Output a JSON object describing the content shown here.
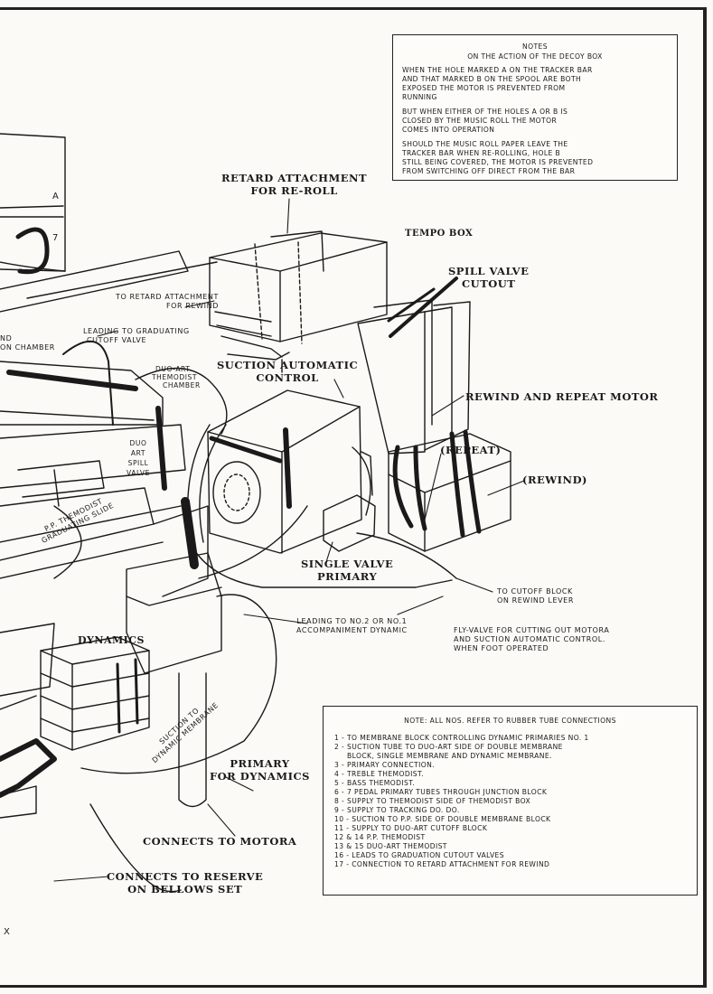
{
  "notes_top": {
    "title": "NOTES",
    "subtitle": "ON THE ACTION OF THE DECOY BOX",
    "paragraphs": [
      [
        "WHEN THE HOLE MARKED A ON THE TRACKER BAR",
        "AND THAT MARKED B ON THE SPOOL ARE BOTH",
        "EXPOSED  THE MOTOR IS PREVENTED FROM",
        "RUNNING"
      ],
      [
        "BUT WHEN EITHER OF THE HOLES  A  OR  B  IS",
        "CLOSED BY THE MUSIC ROLL  THE MOTOR",
        "COMES INTO OPERATION"
      ],
      [
        "SHOULD THE MUSIC ROLL PAPER LEAVE THE",
        "TRACKER BAR WHEN RE-ROLLING, HOLE  B",
        "STILL BEING COVERED, THE MOTOR IS PREVENTED",
        "FROM SWITCHING OFF DIRECT FROM THE BAR"
      ]
    ]
  },
  "labels": {
    "retard_attachment": [
      "RETARD ATTACHMENT",
      "FOR RE-ROLL"
    ],
    "tempo_box": "TEMPO BOX",
    "spill_valve_cutout": [
      "SPILL VALVE",
      "CUTOUT"
    ],
    "to_retard_attachment": [
      "TO RETARD ATTACHMENT",
      "FOR REWIND"
    ],
    "leading_to_graduating": [
      "LEADING TO GRADUATING",
      "CUTOFF VALVE"
    ],
    "suction_chamber": [
      "ND",
      "ON CHAMBER"
    ],
    "duo_art_themodist": [
      "DUO-ART",
      "THEMODIST",
      "CHAMBER"
    ],
    "suction_automatic_control": [
      "SUCTION   AUTOMATIC",
      "CONTROL"
    ],
    "rewind_and_repeat_motor": "REWIND AND REPEAT MOTOR",
    "repeat": "(REPEAT)",
    "rewind": "(REWIND)",
    "duo_art_spill_valve": [
      "DUO",
      "ART",
      "SPILL",
      "VALVE"
    ],
    "pp_themodist": [
      "P.P. THEMODIST",
      "GRADUATING SLIDE"
    ],
    "single_valve_primary": [
      "SINGLE VALVE",
      "PRIMARY"
    ],
    "to_cutoff_block": [
      "TO CUTOFF BLOCK",
      "ON REWIND LEVER"
    ],
    "leading_to_no2": [
      "LEADING TO NO.2 OR NO.1",
      "ACCOMPANIMENT DYNAMIC"
    ],
    "fly_valve": [
      "FLY-VALVE FOR CUTTING OUT MOTORA",
      "AND SUCTION AUTOMATIC CONTROL.",
      "WHEN FOOT OPERATED"
    ],
    "dynamics": "DYNAMICS",
    "suction_to_dynamic": [
      "SUCTION TO",
      "DYNAMIC MEMBRANE"
    ],
    "primary_for_dynamics": [
      "PRIMARY",
      "FOR DYNAMICS"
    ],
    "connects_to_motora": "CONNECTS TO MOTORA",
    "connects_to_reserve": [
      "CONNECTS TO RESERVE",
      "ON BELLOWS SET"
    ],
    "marker_a": "A",
    "marker_7": "7",
    "corner_mark": "X"
  },
  "notes_bottom": {
    "title": "NOTE: ALL NOS. REFER TO RUBBER TUBE CONNECTIONS",
    "items": [
      "1 - TO MEMBRANE BLOCK CONTROLLING DYNAMIC PRIMARIES NO. 1",
      "2 - SUCTION TUBE TO DUO-ART SIDE OF DOUBLE MEMBRANE",
      "      BLOCK, SINGLE MEMBRANE AND DYNAMIC MEMBRANE.",
      "3 - PRIMARY CONNECTION.",
      "4 - TREBLE THEMODIST.",
      "5 - BASS THEMODIST.",
      "6 - 7 PEDAL PRIMARY TUBES THROUGH JUNCTION BLOCK",
      "8 - SUPPLY TO THEMODIST SIDE OF THEMODIST BOX",
      "9 - SUPPLY TO TRACKING    DO. DO.",
      "10 - SUCTION TO P.P. SIDE OF DOUBLE MEMBRANE BLOCK",
      "11 - SUPPLY TO DUO-ART CUTOFF BLOCK",
      "12 & 14 P.P. THEMODIST",
      "13 & 15 DUO-ART THEMODIST",
      "16 - LEADS TO GRADUATION CUTOUT VALVES",
      "17 - CONNECTION TO RETARD ATTACHMENT FOR REWIND"
    ]
  }
}
